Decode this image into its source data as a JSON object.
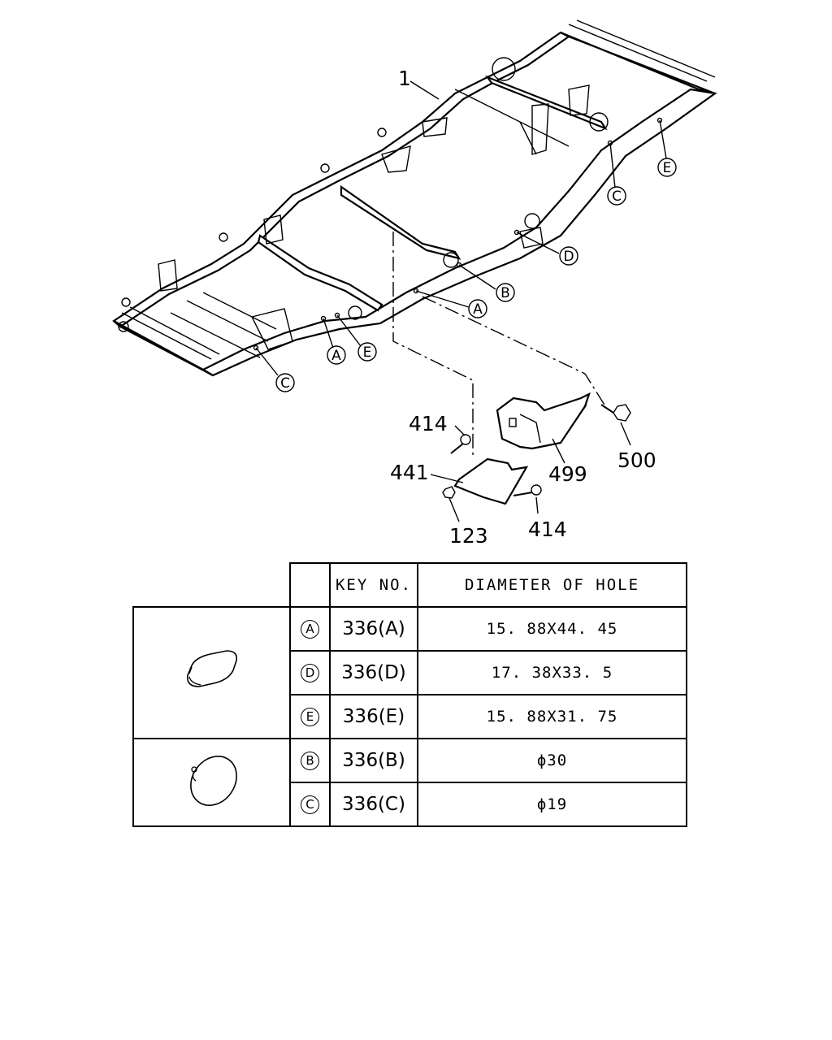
{
  "callouts": {
    "frame": "1",
    "bolt_upper": "414",
    "bolt_lower": "414",
    "plate": "441",
    "nut": "123",
    "bracket": "499",
    "bracket_bolt": "500"
  },
  "hole_marks": {
    "front_left_a": "A",
    "front_left_e": "E",
    "front_left_c": "C",
    "mid_a": "A",
    "mid_b": "B",
    "mid_d": "D",
    "rear_c": "C",
    "rear_e": "E"
  },
  "table": {
    "header_key": "KEY NO.",
    "header_diameter": "DIAMETER OF HOLE",
    "rows": [
      {
        "mark": "A",
        "key": "336(A)",
        "diameter": "15. 88X44. 45"
      },
      {
        "mark": "D",
        "key": "336(D)",
        "diameter": "17. 38X33. 5"
      },
      {
        "mark": "E",
        "key": "336(E)",
        "diameter": "15. 88X31. 75"
      },
      {
        "mark": "B",
        "key": "336(B)",
        "diameter": "ϕ30"
      },
      {
        "mark": "C",
        "key": "336(C)",
        "diameter": "ϕ19"
      }
    ]
  }
}
